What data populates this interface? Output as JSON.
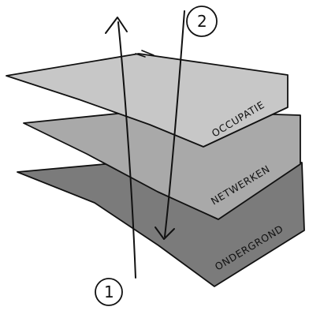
{
  "layers": {
    "top": {
      "label": "OCCUPATIE",
      "fill": "#c7c7c7"
    },
    "middle": {
      "label": "NETWERKEN",
      "fill": "#a9a9a9"
    },
    "bottom": {
      "label": "ONDERGROND",
      "fill": "#7b7b7b"
    }
  },
  "arrows": {
    "up": {
      "number": "1"
    },
    "down": {
      "number": "2"
    }
  },
  "colors": {
    "ink": "#111111",
    "background": "#ffffff"
  }
}
